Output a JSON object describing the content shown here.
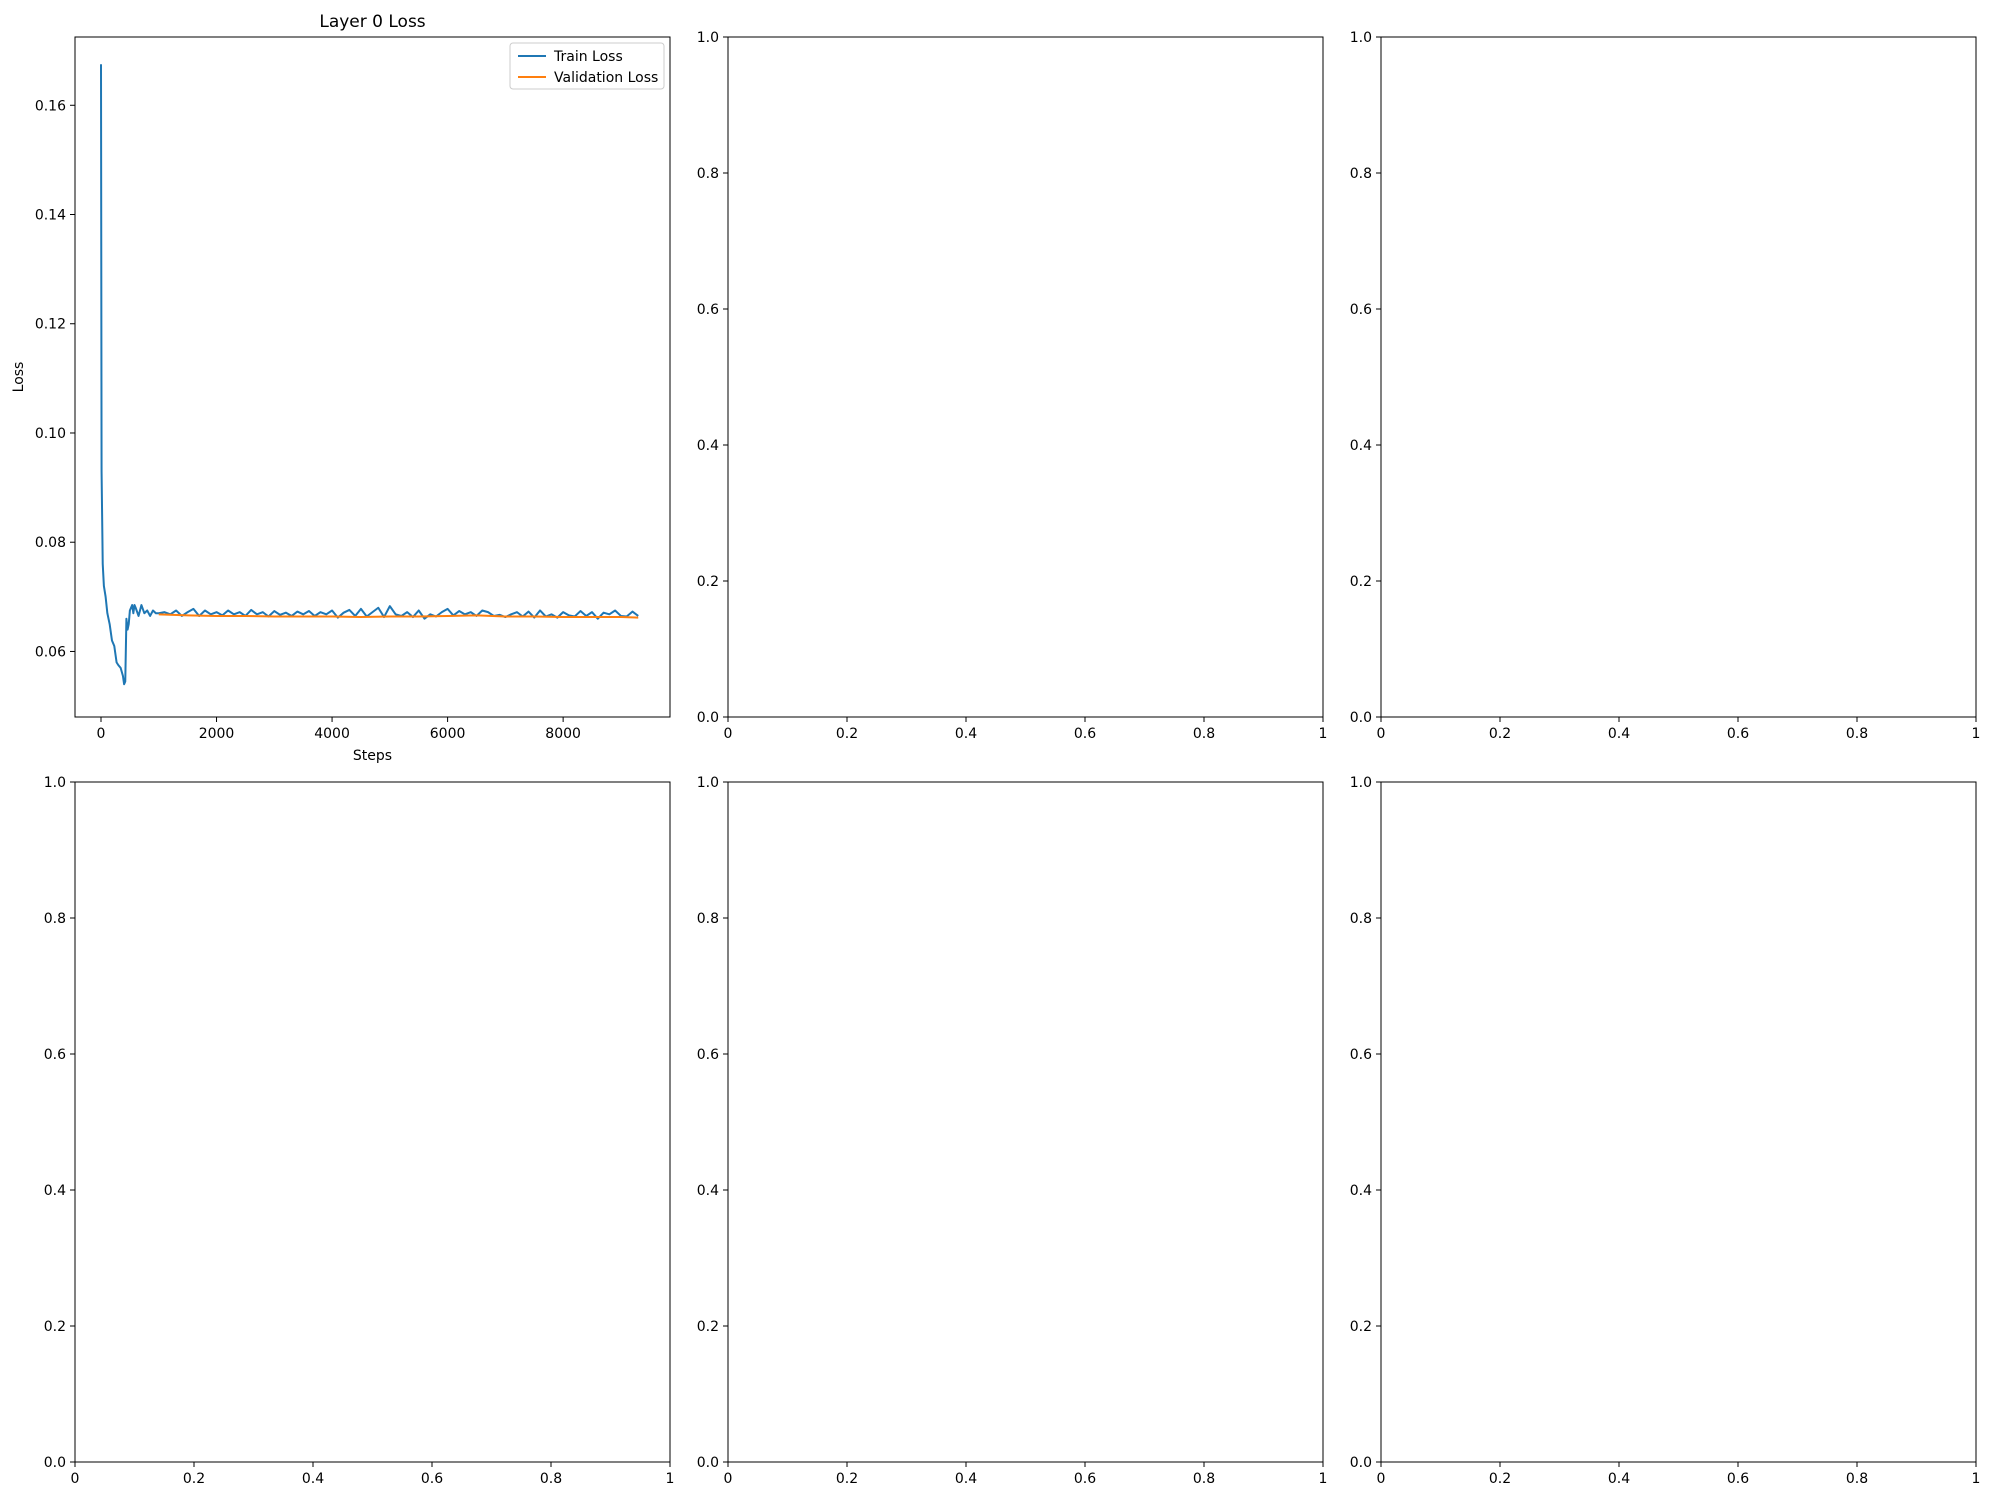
{
  "colors": {
    "train": "#1f77b4",
    "validation": "#ff7f0e"
  },
  "chart_data": [
    {
      "type": "line",
      "title": "Layer 0 Loss",
      "xlabel": "Steps",
      "ylabel": "Loss",
      "xlim": [
        -450,
        9850
      ],
      "ylim": [
        0.048,
        0.1725
      ],
      "xticks": [
        0,
        2000,
        4000,
        6000,
        8000
      ],
      "yticks": [
        0.06,
        0.08,
        0.1,
        0.12,
        0.14,
        0.16
      ],
      "ytick_decimals": 2,
      "legend": "top-right",
      "series": [
        {
          "name": "Train Loss",
          "color": "train",
          "x": [
            0,
            10,
            30,
            50,
            80,
            110,
            150,
            190,
            230,
            270,
            300,
            340,
            380,
            400,
            420,
            440,
            460,
            480,
            500,
            520,
            540,
            560,
            580,
            600,
            650,
            700,
            750,
            800,
            850,
            900,
            950,
            1000,
            1100,
            1200,
            1300,
            1400,
            1500,
            1600,
            1700,
            1800,
            1900,
            2000,
            2100,
            2200,
            2300,
            2400,
            2500,
            2600,
            2700,
            2800,
            2900,
            3000,
            3100,
            3200,
            3300,
            3400,
            3500,
            3600,
            3700,
            3800,
            3900,
            4000,
            4100,
            4200,
            4300,
            4400,
            4500,
            4600,
            4700,
            4800,
            4900,
            5000,
            5100,
            5200,
            5300,
            5400,
            5500,
            5600,
            5700,
            5800,
            5900,
            6000,
            6100,
            6200,
            6300,
            6400,
            6500,
            6600,
            6700,
            6800,
            6900,
            7000,
            7100,
            7200,
            7300,
            7400,
            7500,
            7600,
            7700,
            7800,
            7900,
            8000,
            8100,
            8200,
            8300,
            8400,
            8500,
            8600,
            8700,
            8800,
            8900,
            9000,
            9100,
            9200,
            9300
          ],
          "y": [
            0.1675,
            0.093,
            0.076,
            0.072,
            0.07,
            0.067,
            0.065,
            0.062,
            0.061,
            0.058,
            0.0575,
            0.057,
            0.0555,
            0.054,
            0.0545,
            0.066,
            0.064,
            0.065,
            0.0675,
            0.068,
            0.0685,
            0.067,
            0.0685,
            0.068,
            0.0665,
            0.0685,
            0.067,
            0.0675,
            0.0665,
            0.0675,
            0.067,
            0.067,
            0.0672,
            0.0668,
            0.0675,
            0.0665,
            0.0672,
            0.0678,
            0.0665,
            0.0675,
            0.0668,
            0.0672,
            0.0666,
            0.0675,
            0.0668,
            0.0672,
            0.0665,
            0.0676,
            0.0668,
            0.0672,
            0.0664,
            0.0674,
            0.0667,
            0.0671,
            0.0665,
            0.0673,
            0.0668,
            0.0674,
            0.0665,
            0.0672,
            0.0668,
            0.0675,
            0.0662,
            0.0671,
            0.0676,
            0.0665,
            0.0678,
            0.0664,
            0.0672,
            0.068,
            0.0663,
            0.0683,
            0.0668,
            0.0665,
            0.0672,
            0.0663,
            0.0675,
            0.066,
            0.0668,
            0.0664,
            0.0672,
            0.0678,
            0.0666,
            0.0674,
            0.0668,
            0.0672,
            0.0665,
            0.0675,
            0.0672,
            0.0665,
            0.0667,
            0.0663,
            0.0668,
            0.0672,
            0.0664,
            0.0673,
            0.0662,
            0.0675,
            0.0664,
            0.0668,
            0.0662,
            0.0672,
            0.0666,
            0.0664,
            0.0674,
            0.0665,
            0.0672,
            0.066,
            0.0671,
            0.0668,
            0.0675,
            0.0665,
            0.0664,
            0.0673,
            0.0665
          ]
        },
        {
          "name": "Validation Loss",
          "color": "validation",
          "x": [
            1000,
            1500,
            2000,
            2500,
            3000,
            3500,
            4000,
            4500,
            5000,
            5500,
            6000,
            6500,
            7000,
            7500,
            8000,
            8500,
            9000,
            9300
          ],
          "y": [
            0.0668,
            0.0666,
            0.0665,
            0.0665,
            0.0664,
            0.0664,
            0.0664,
            0.0663,
            0.0664,
            0.0664,
            0.0665,
            0.0666,
            0.0664,
            0.0664,
            0.0663,
            0.0663,
            0.0663,
            0.0662
          ]
        }
      ]
    },
    {
      "type": "line",
      "title": "",
      "xlabel": "",
      "ylabel": "",
      "xlim": [
        0,
        1
      ],
      "ylim": [
        0,
        1
      ],
      "xticks": [
        0,
        0.2,
        0.4,
        0.6,
        0.8,
        1.0
      ],
      "yticks": [
        0,
        0.2,
        0.4,
        0.6,
        0.8,
        1.0
      ],
      "ytick_decimals": 1,
      "series": []
    },
    {
      "type": "line",
      "title": "",
      "xlabel": "",
      "ylabel": "",
      "xlim": [
        0,
        1
      ],
      "ylim": [
        0,
        1
      ],
      "xticks": [
        0,
        0.2,
        0.4,
        0.6,
        0.8,
        1.0
      ],
      "yticks": [
        0,
        0.2,
        0.4,
        0.6,
        0.8,
        1.0
      ],
      "ytick_decimals": 1,
      "series": []
    },
    {
      "type": "line",
      "title": "",
      "xlabel": "",
      "ylabel": "",
      "xlim": [
        0,
        1
      ],
      "ylim": [
        0,
        1
      ],
      "xticks": [
        0,
        0.2,
        0.4,
        0.6,
        0.8,
        1.0
      ],
      "yticks": [
        0,
        0.2,
        0.4,
        0.6,
        0.8,
        1.0
      ],
      "ytick_decimals": 1,
      "series": []
    },
    {
      "type": "line",
      "title": "",
      "xlabel": "",
      "ylabel": "",
      "xlim": [
        0,
        1
      ],
      "ylim": [
        0,
        1
      ],
      "xticks": [
        0,
        0.2,
        0.4,
        0.6,
        0.8,
        1.0
      ],
      "yticks": [
        0,
        0.2,
        0.4,
        0.6,
        0.8,
        1.0
      ],
      "ytick_decimals": 1,
      "series": []
    },
    {
      "type": "line",
      "title": "",
      "xlabel": "",
      "ylabel": "",
      "xlim": [
        0,
        1
      ],
      "ylim": [
        0,
        1
      ],
      "xticks": [
        0,
        0.2,
        0.4,
        0.6,
        0.8,
        1.0
      ],
      "yticks": [
        0,
        0.2,
        0.4,
        0.6,
        0.8,
        1.0
      ],
      "ytick_decimals": 1,
      "series": []
    }
  ]
}
